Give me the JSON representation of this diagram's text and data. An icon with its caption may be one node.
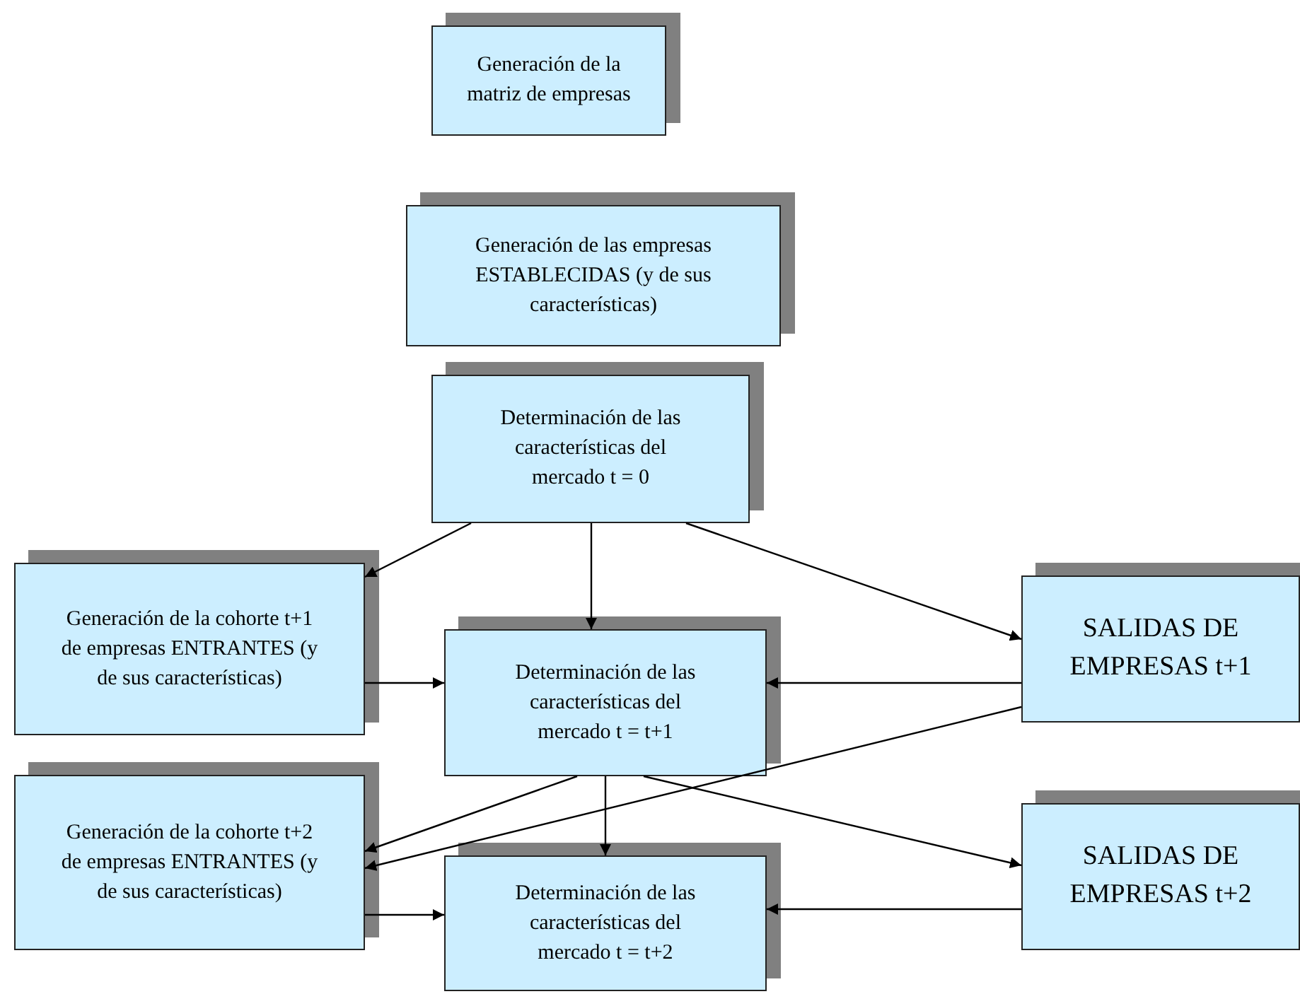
{
  "diagram": {
    "nodes": [
      {
        "text": [
          "Generación de la matriz de empresas"
        ]
      },
      {
        "text": [
          "Generación de las empresas ESTABLECIDAS (y de sus características)"
        ]
      },
      {
        "text": [
          "Determinación de las características del mercado t = 0"
        ]
      },
      {
        "text": [
          "Generación de la cohorte t+1 de empresas ENTRANTES (y de sus características)"
        ]
      },
      {
        "text": [
          "Determinación de las características del mercado t = t+1"
        ]
      },
      {
        "text": [
          "SALIDAS DE EMPRESAS t+1"
        ]
      },
      {
        "text": [
          "Generación de la cohorte t+2 de empresas ENTRANTES (y de sus características)"
        ]
      },
      {
        "text": [
          "Determinación de las características del mercado t = t+2"
        ]
      },
      {
        "text": [
          "SALIDAS DE EMPRESAS t+2"
        ]
      }
    ],
    "edges": [
      {
        "from": 2,
        "to": 3,
        "arrow": "to"
      },
      {
        "from": 2,
        "to": 4,
        "arrow": "to"
      },
      {
        "from": 2,
        "to": 5,
        "arrow": "to"
      },
      {
        "from": 3,
        "to": 4,
        "arrow": "to"
      },
      {
        "from": 5,
        "to": 4,
        "arrow": "to"
      },
      {
        "from": 4,
        "to": 7,
        "arrow": "to"
      },
      {
        "from": 4,
        "to": 6,
        "arrow": "to"
      },
      {
        "from": 5,
        "to": 6,
        "arrow": "to"
      },
      {
        "from": 4,
        "to": 8,
        "arrow": "to"
      },
      {
        "from": 6,
        "to": 7,
        "arrow": "to"
      },
      {
        "from": 8,
        "to": 7,
        "arrow": "to"
      }
    ]
  }
}
